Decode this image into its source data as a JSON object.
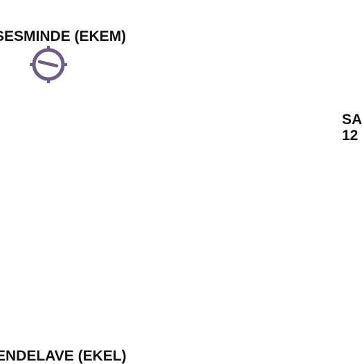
{
  "chart": {
    "labels": {
      "ekem": "SESMINDE (EKEM)",
      "right_line1": "SA",
      "right_line2": "12",
      "bottom": "ENDELAVE (EKEL)"
    },
    "symbol": {
      "icon": "airport-symbol-icon",
      "color": "#6f5b8e"
    }
  }
}
